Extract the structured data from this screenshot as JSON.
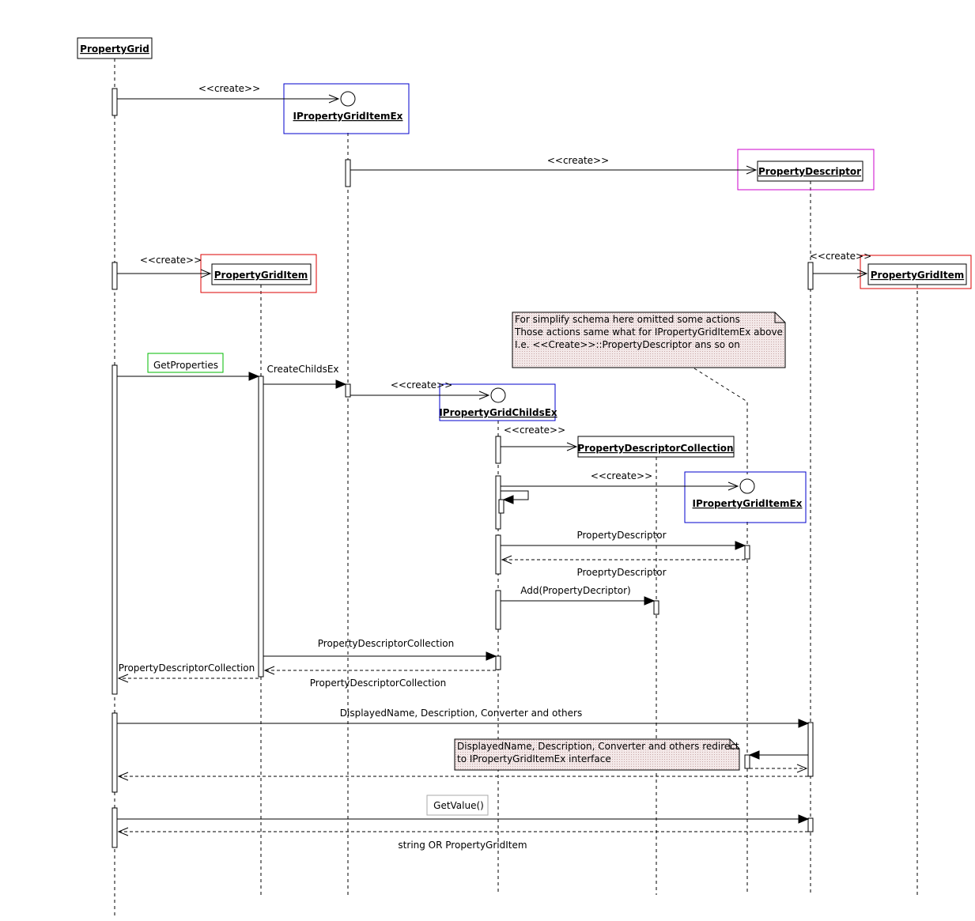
{
  "objects": {
    "property_grid": "PropertyGrid",
    "ipg_item_ex_top": "IPropertyGridItemEx",
    "property_descriptor": "PropertyDescriptor",
    "pg_item_left": "PropertyGridItem",
    "pg_item_right": "PropertyGridItem",
    "ipg_childs_ex": "IPropertyGridChildsEx",
    "pd_collection": "PropertyDescriptorCollection",
    "ipg_item_ex_mid": "IPropertyGridItemEx"
  },
  "messages": {
    "create_1": "<<create>>",
    "create_2": "<<create>>",
    "create_3": "<<create>>",
    "create_4": "<<create>>",
    "get_properties": "GetProperties",
    "create_childs_ex": "CreateChildsEx",
    "create_5": "<<create>>",
    "create_6": "<<create>>",
    "create_7": "<<create>>",
    "property_descriptor": "PropertyDescriptor",
    "proeprty_descriptor_return": "ProeprtyDescriptor",
    "add": "Add(PropertyDecriptor)",
    "pdc_call": "PropertyDescriptorCollection",
    "pdc_return_left": "PropertyDescriptorCollection",
    "pdc_return_mid": "PropertyDescriptorCollection",
    "displayed_name": "DisplayedName, Description, Converter and others",
    "get_value": "GetValue()",
    "string_or": "string OR PropertyGridItem"
  },
  "notes": {
    "omitted": [
      "For simplify schema here omitted some actions",
      "Those actions same what for IPropertyGridItemEx above",
      "I.e. <<Create>>::PropertyDescriptor ans so on"
    ],
    "redirect": [
      "DisplayedName, Description, Converter and others redirect",
      "to IPropertyGridItemEx interface"
    ]
  },
  "colors": {
    "interface_frame": "#0000cc",
    "descriptor_frame": "#cc00cc",
    "item_frame": "#dd0000",
    "get_properties_frame": "#00bb00",
    "note_fill": "#f0e4e4"
  }
}
